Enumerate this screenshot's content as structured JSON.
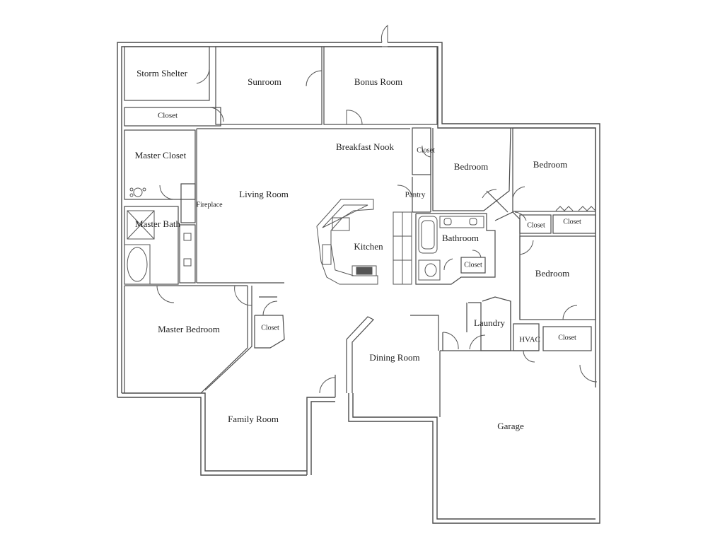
{
  "rooms": {
    "storm_shelter": "Storm Shelter",
    "sunroom": "Sunroom",
    "bonus_room": "Bonus Room",
    "closet_top": "Closet",
    "master_closet": "Master Closet",
    "breakfast_nook": "Breakfast Nook",
    "closet_nook": "Closet",
    "bedroom_1": "Bedroom",
    "bedroom_2": "Bedroom",
    "living_room": "Living Room",
    "fireplace": "Fireplace",
    "pantry": "Pantry",
    "master_bath": "Master Bath",
    "kitchen": "Kitchen",
    "bathroom": "Bathroom",
    "closet_bed2_a": "Closet",
    "closet_bed2_b": "Closet",
    "closet_bath": "Closet",
    "bedroom_3": "Bedroom",
    "master_bedroom": "Master Bedroom",
    "closet_master": "Closet",
    "laundry": "Laundry",
    "hvac": "HVAC",
    "closet_hvac": "Closet",
    "dining_room": "Dining Room",
    "family_room": "Family Room",
    "garage": "Garage"
  },
  "colors": {
    "wall": "#4a4a4a",
    "background": "#ffffff",
    "text": "#222222"
  }
}
